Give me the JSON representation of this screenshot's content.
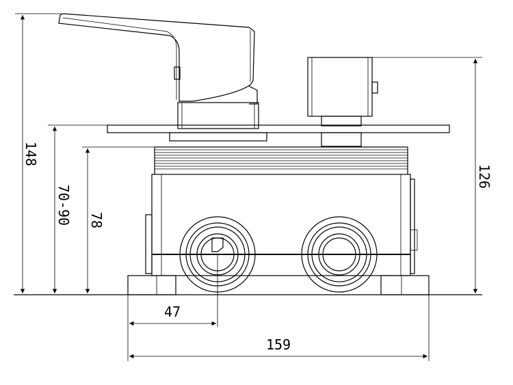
{
  "drawing": {
    "dimensions": {
      "total_height": "148",
      "wall_depth_range": "70-90",
      "body_height": "78",
      "side_height": "126",
      "outlet_offset": "47",
      "total_width": "159"
    },
    "colors": {
      "line": "#000000",
      "background": "#ffffff"
    }
  }
}
